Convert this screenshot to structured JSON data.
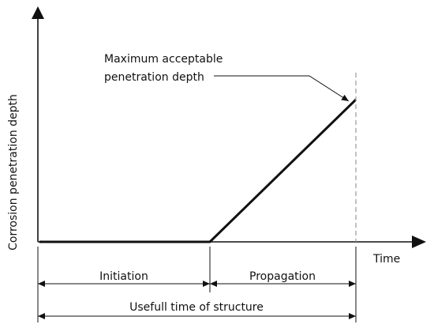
{
  "axes": {
    "y_label": "Corrosion penetration depth",
    "x_label": "Time"
  },
  "annotation": {
    "line1": "Maximum acceptable",
    "line2": "penetration depth"
  },
  "phases": {
    "initiation": "Initiation",
    "propagation": "Propagation",
    "useful_time": "Usefull time of structure"
  }
}
